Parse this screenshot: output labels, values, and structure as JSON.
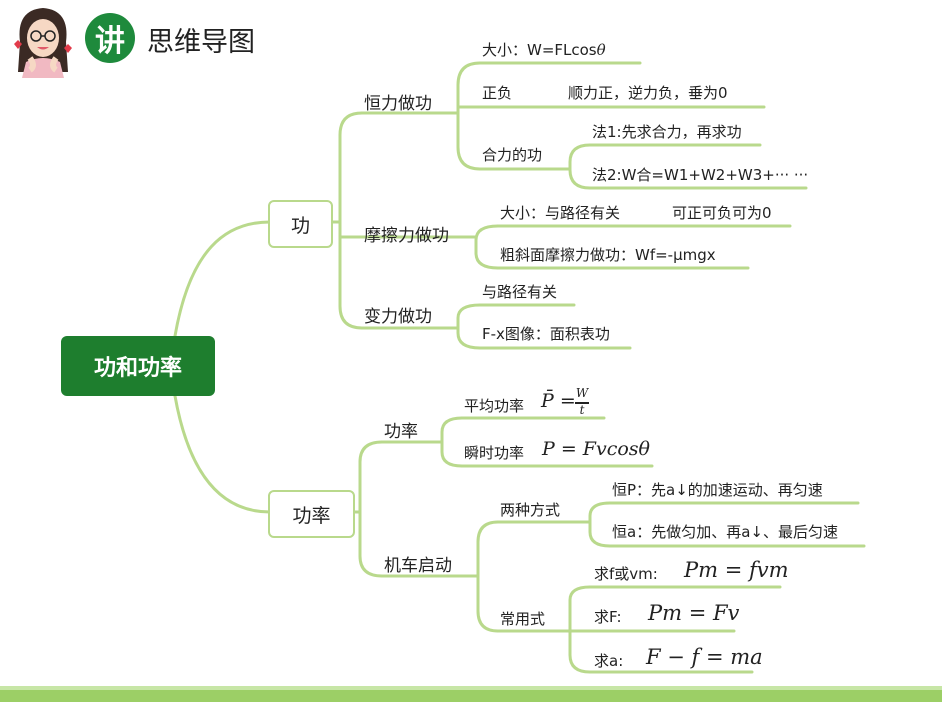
{
  "header": {
    "badge": "讲",
    "title": "思维导图"
  },
  "root": "功和功率",
  "work": {
    "label": "功",
    "constant": {
      "label": "恒力做功",
      "magnitude": "大小：W=FLcos",
      "magnitude_symbol": "θ",
      "sign_label": "正负",
      "sign_text": "顺力正，逆力负，垂为0",
      "resultant_label": "合力的功",
      "method1": "法1:先求合力，再求功",
      "method2": "法2:W合=W1+W2+W3+··· ···"
    },
    "friction": {
      "label": "摩擦力做功",
      "magnitude": "大小：与路径有关",
      "sign": "可正可负可为0",
      "slope": "粗斜面摩擦力做功：Wf=-μmgx"
    },
    "variable": {
      "label": "变力做功",
      "path": "与路径有关",
      "graph": "F-x图像：面积表功"
    }
  },
  "power": {
    "label": "功率",
    "sub": {
      "label": "功率",
      "average_label": "平均功率",
      "average_lhs": "P̄ =",
      "average_num": "W",
      "average_den": "t",
      "instant_label": "瞬时功率",
      "instant_formula": "P = Fvcosθ"
    },
    "engine": {
      "label": "机车启动",
      "modes_label": "两种方式",
      "mode_p": "恒P：先a↓的加速运动、再匀速",
      "mode_a": "恒a：先做匀加、再a↓、最后匀速",
      "formulas_label": "常用式",
      "find_f_label": "求f或vm:",
      "find_f_formula": "Pm = fvm",
      "find_F_label": "求F:",
      "find_F_formula": "Pm = Fv",
      "find_a_label": "求a:",
      "find_a_formula": "F − f = ma"
    }
  },
  "colors": {
    "accent": "#1e7e2e",
    "line": "#b9d98c",
    "badge": "#1e8a3c"
  }
}
